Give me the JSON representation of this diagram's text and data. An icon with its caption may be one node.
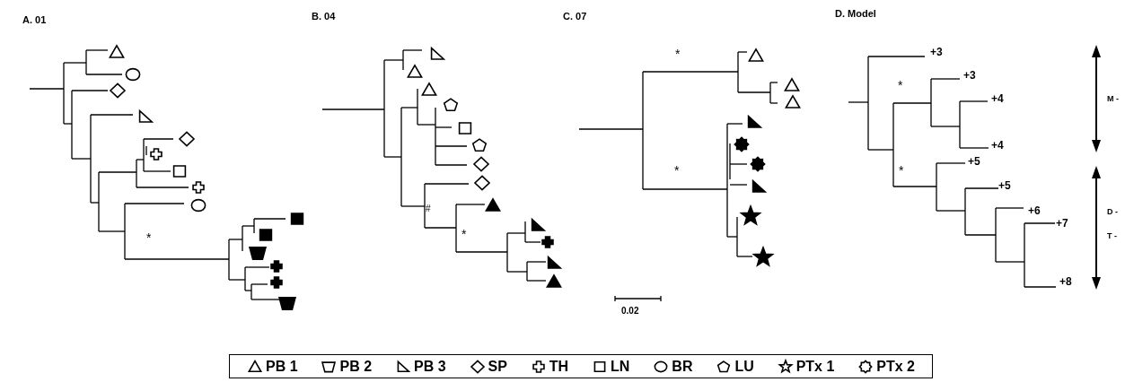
{
  "diagram": {
    "labels": [
      "A. 01",
      "*",
      "B. 04",
      "#",
      "*",
      "C. 07",
      "*",
      "*",
      "0.02",
      "D. Model",
      "+3",
      "*",
      "+3",
      "+4",
      "+4",
      "*",
      "+5",
      "+5",
      "+6",
      "+7",
      "+8",
      "M -",
      "D -",
      "T -"
    ],
    "legend": [
      {
        "text": "PB 1"
      },
      {
        "text": "PB 2"
      },
      {
        "text": "PB 3"
      },
      {
        "text": "SP"
      },
      {
        "text": "TH"
      },
      {
        "text": "LN"
      },
      {
        "text": "BR"
      },
      {
        "text": "LU"
      },
      {
        "text": "PTx 1"
      },
      {
        "text": "PTx 2"
      }
    ]
  }
}
